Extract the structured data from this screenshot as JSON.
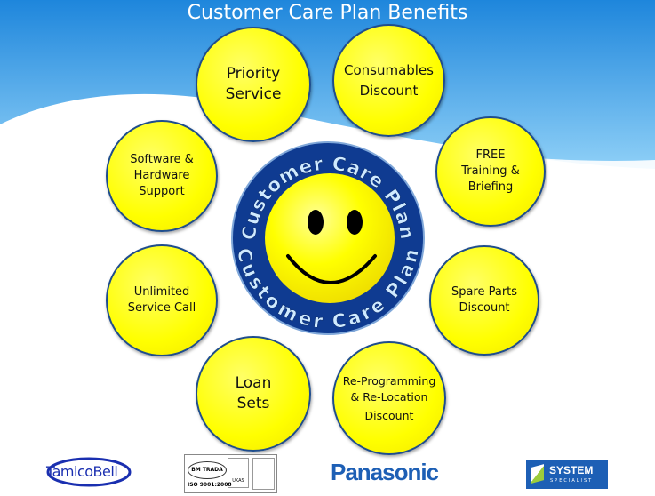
{
  "title": "Customer Care Plan Benefits",
  "emblem": {
    "ring_text_top": "Customer Care Plan",
    "ring_text_bottom": "Customer Care Plan"
  },
  "benefits": [
    {
      "id": "priority-service",
      "lines": [
        "Priority",
        "Service"
      ]
    },
    {
      "id": "consumables-discount",
      "lines": [
        "Consumables",
        "Discount"
      ]
    },
    {
      "id": "free-training",
      "lines": [
        "FREE",
        "Training &",
        "Briefing"
      ]
    },
    {
      "id": "software-hardware-support",
      "lines": [
        "Software &",
        "Hardware",
        "Support"
      ]
    },
    {
      "id": "unlimited-service-call",
      "lines": [
        "Unlimited",
        "Service Call"
      ]
    },
    {
      "id": "spare-parts-discount",
      "lines": [
        "Spare Parts",
        "Discount"
      ]
    },
    {
      "id": "loan-sets",
      "lines": [
        "Loan",
        "Sets"
      ]
    },
    {
      "id": "reprogramming-discount",
      "lines": [
        "Re-Programming",
        "& Re-Location",
        "Discount"
      ]
    }
  ],
  "logos": {
    "tamicobell": {
      "a": "Tamico",
      "b": "Bell"
    },
    "iso": {
      "bm": "BM TRADA",
      "iso": "ISO 9001:2008",
      "ukas": "UKAS"
    },
    "panasonic": "Panasonic",
    "system": {
      "a": "SYSTEM",
      "b": "SPECIALIST"
    }
  },
  "colors": {
    "sky": "#3a9be6",
    "yellow": "#ffff00",
    "navy": "#0f3b91",
    "brand_blue": "#1d5fb5"
  }
}
